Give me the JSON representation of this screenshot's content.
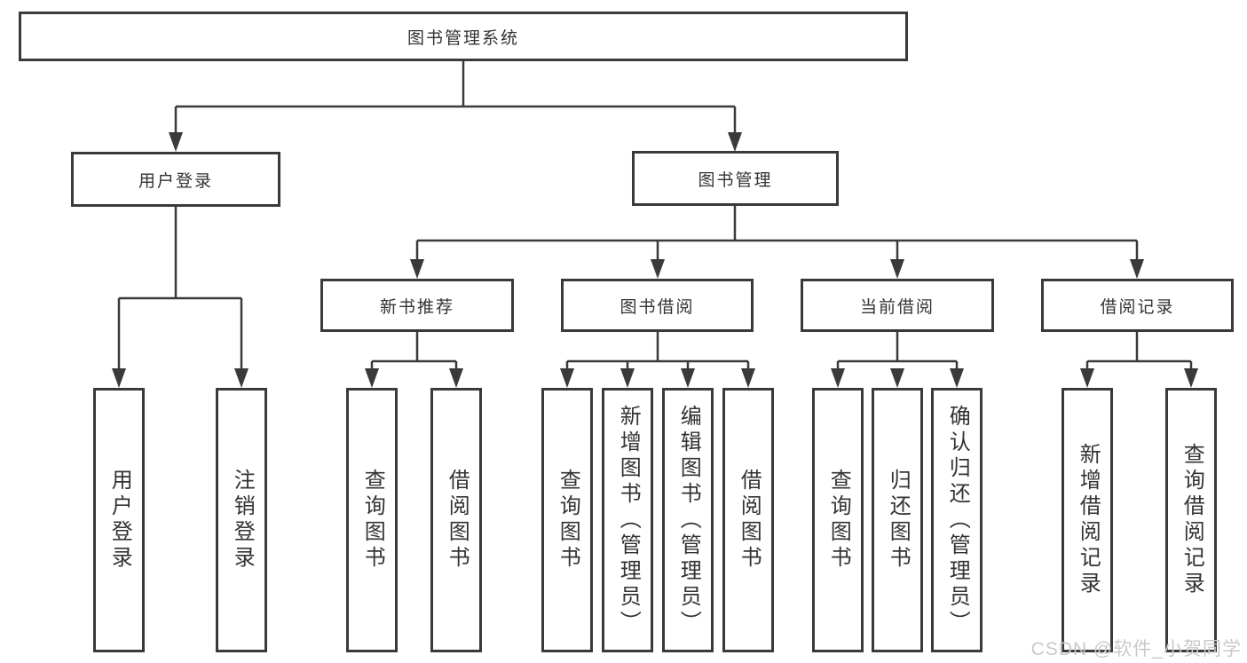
{
  "diagram": {
    "root": {
      "label": "图书管理系统",
      "children": [
        {
          "label": "用户登录",
          "children": [
            {
              "label": "用户登录"
            },
            {
              "label": "注销登录"
            }
          ]
        },
        {
          "label": "图书管理",
          "children": [
            {
              "label": "新书推荐",
              "children": [
                {
                  "label": "查询图书"
                },
                {
                  "label": "借阅图书"
                }
              ]
            },
            {
              "label": "图书借阅",
              "children": [
                {
                  "label": "查询图书"
                },
                {
                  "label": "新增图书（管理员）"
                },
                {
                  "label": "编辑图书（管理员）"
                },
                {
                  "label": "借阅图书"
                }
              ]
            },
            {
              "label": "当前借阅",
              "children": [
                {
                  "label": "查询图书"
                },
                {
                  "label": "归还图书"
                },
                {
                  "label": "确认归还（管理员）"
                }
              ]
            },
            {
              "label": "借阅记录",
              "children": [
                {
                  "label": "新增借阅记录"
                },
                {
                  "label": "查询借阅记录"
                }
              ]
            }
          ]
        }
      ]
    }
  },
  "watermark": {
    "text": "CSDN @软件_小贺同学"
  },
  "colors": {
    "line": "#3a3a3a",
    "box_border": "#3a3a3a",
    "text": "#333333",
    "watermark": "#c9c9c9",
    "background": "#ffffff"
  }
}
